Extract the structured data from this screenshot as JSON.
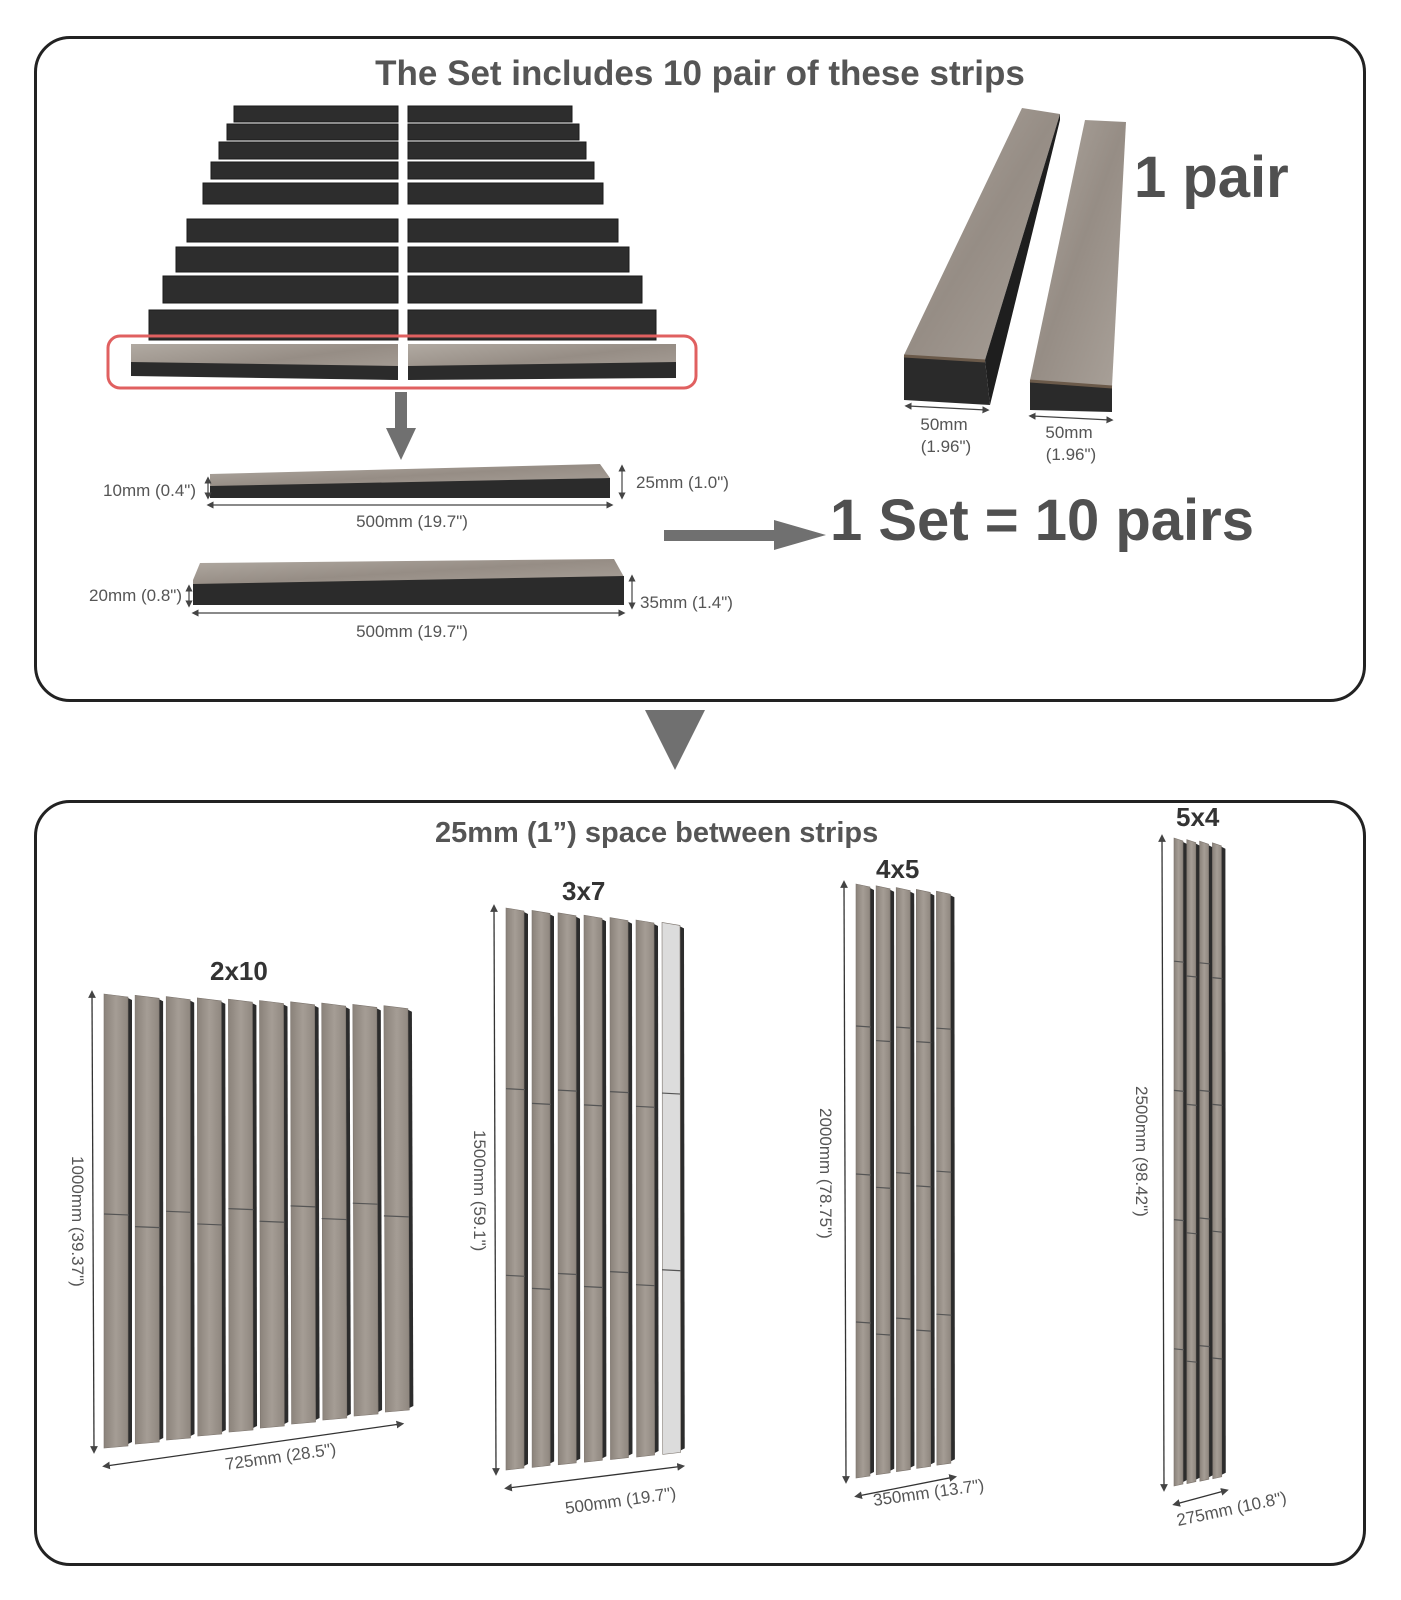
{
  "top_panel": {
    "title": "The Set includes 10 pair  of these strips",
    "pair_label": "1 pair",
    "set_equation": "1 Set = 10 pairs",
    "thin_strip": {
      "left": "10mm (0.4\")",
      "right": "25mm (1.0\")",
      "length": "500mm (19.7\")"
    },
    "thick_strip": {
      "left": "20mm (0.8\")",
      "right": "35mm (1.4\")",
      "length": "500mm (19.7\")"
    },
    "pair_width_a": [
      "50mm",
      "(1.96\")"
    ],
    "pair_width_b": [
      "50mm",
      "(1.96\")"
    ]
  },
  "bottom_panel": {
    "title": "25mm (1”)  space between strips",
    "layouts": [
      {
        "label": "2x10",
        "height": "1000mm (39.37\")",
        "width": "725mm (28.5\")",
        "strips": 10,
        "segments": 2
      },
      {
        "label": "3x7",
        "height": "1500mm (59.1\")",
        "width": "500mm (19.7\")",
        "strips": 7,
        "segments": 3
      },
      {
        "label": "4x5",
        "height": "2000mm (78.75\")",
        "width": "350mm (13.7\")",
        "strips": 5,
        "segments": 4
      },
      {
        "label": "5x4",
        "height": "2500mm (98.42\")",
        "width": "275mm (10.8\")",
        "strips": 4,
        "segments": 5
      }
    ]
  },
  "colors": {
    "frame": "#222222",
    "wood": "#9c948c",
    "foam": "#2b2b2b",
    "arrow": "#6e6e6e",
    "highlight": "#e05a5a"
  }
}
